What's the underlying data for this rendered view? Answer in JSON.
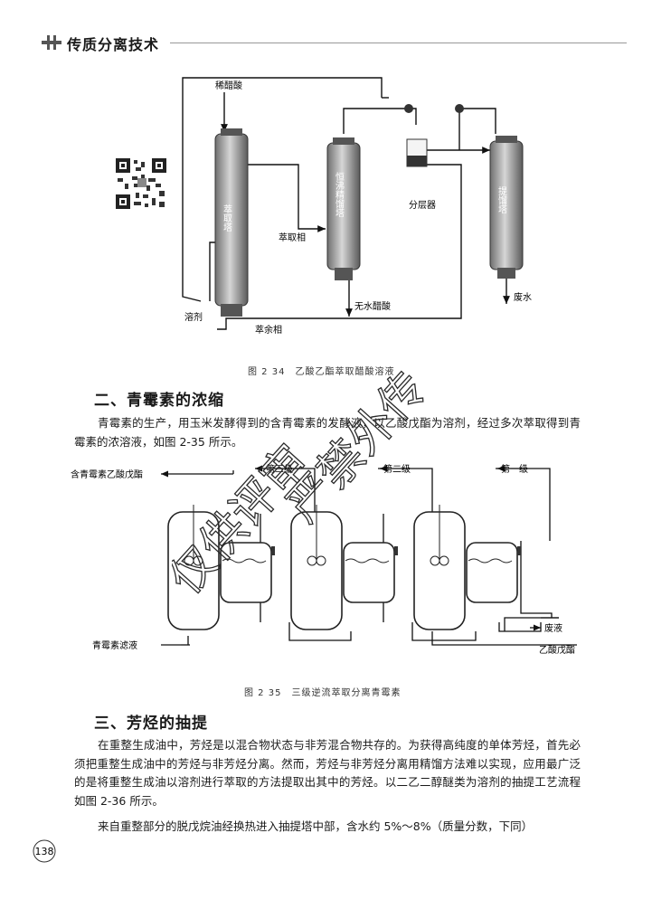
{
  "header": {
    "title": "传质分离技术"
  },
  "figure1": {
    "labels": {
      "dilute_acid": "稀醋酸",
      "extraction_tower": "萃取塔",
      "azeotropic_tower": "恒沸精馏塔",
      "stripping_tower": "提馏塔",
      "extract_phase": "萃取相",
      "separator": "分层器",
      "solvent": "溶剂",
      "raffinate": "萃余相",
      "anhydrous_acid": "无水醋酸",
      "waste_water": "废水"
    },
    "caption": "图 2 34　乙酸乙酯萃取醋酸溶液"
  },
  "section2": {
    "title": "二、青霉素的浓缩"
  },
  "para1": "青霉素的生产，用玉米发酵得到的含青霉素的发酵液，以乙酸戊酯为溶剂，经过多次萃取得到青霉素的浓溶液，如图 2-35 所示。",
  "figure2": {
    "labels": {
      "product": "含青霉素乙酸戊酯",
      "stage3": "第三级",
      "stage2": "第二级",
      "stage1": "第一级",
      "waste_liquid": "废液",
      "filtrate": "青霉素滤液",
      "amyl_acetate": "乙酸戊酯"
    },
    "caption": "图 2 35　三级逆流萃取分离青霉素"
  },
  "section3": {
    "title": "三、芳烃的抽提"
  },
  "para2": "在重整生成油中，芳烃是以混合物状态与非芳混合物共存的。为获得高纯度的单体芳烃，首先必须把重整生成油中的芳烃与非芳烃分离。然而，芳烃与非芳烃分离用精馏方法难以实现，应用最广泛的是将重整生成油以溶剂进行萃取的方法提取出其中的芳烃。以二乙二醇醚类为溶剂的抽提工艺流程如图 2-36 所示。",
  "para3": "来自重整部分的脱戊烷油经换热进入抽提塔中部，含水约 5%～8%（质量分数，下同）",
  "watermark": {
    "line1": "仅供评审",
    "line2": "严禁外传"
  },
  "page_number": "138"
}
